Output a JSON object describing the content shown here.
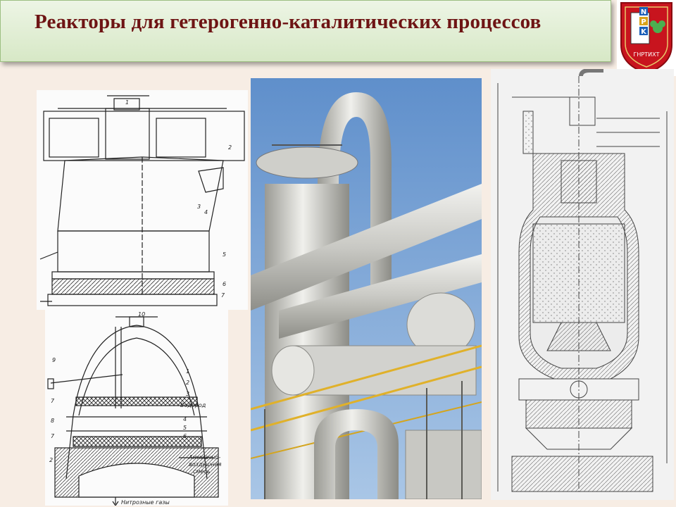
{
  "slide": {
    "title": "Реакторы для гетерогенно-каталитических процессов"
  },
  "logo": {
    "letters": [
      "N",
      "P",
      "K"
    ],
    "caption": "ГНРТИХТ"
  },
  "figure_bottom_left": {
    "labels": {
      "n10": "10",
      "n9": "9",
      "n1": "1",
      "n2": "2",
      "n3": "3",
      "hydrogen": "Водород",
      "n7a": "7",
      "n8": "8",
      "n4": "4",
      "n5": "5",
      "n6": "6",
      "n7b": "7",
      "n2b": "2",
      "mix1": "Аммиачно-",
      "mix2": "воздушная",
      "mix3": "смесь",
      "gases": "Нитрозные газы"
    }
  },
  "figure_top_left": {
    "labels": {
      "n1": "1",
      "n2": "2",
      "n3": "3",
      "n4": "4",
      "n5": "5",
      "n6": "6",
      "n7": "7"
    }
  },
  "colors": {
    "title": "#6e1414",
    "title_bg": "#dcebcc",
    "slide_bg": "#f7ede4",
    "shield": "#c8141e",
    "sky": "#6f9bd1",
    "pipe": "#d9d9d6"
  }
}
